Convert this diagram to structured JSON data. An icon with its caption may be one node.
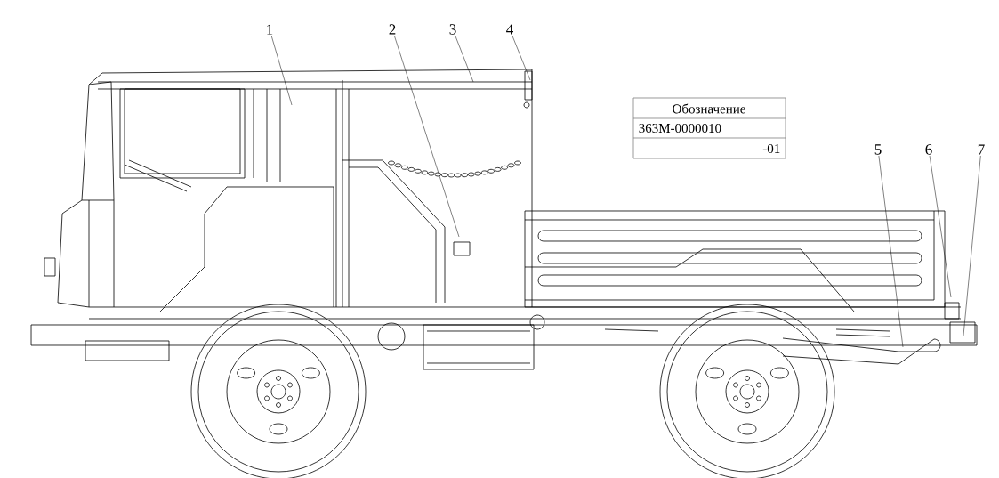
{
  "diagram": {
    "nodes": [
      {
        "text": [
          "1"
        ]
      },
      {
        "text": [
          "2"
        ]
      },
      {
        "text": [
          "3"
        ]
      },
      {
        "text": [
          "4"
        ]
      },
      {
        "text": [
          "5"
        ]
      },
      {
        "text": [
          "6"
        ]
      },
      {
        "text": [
          "7"
        ]
      }
    ],
    "edges": [
      {
        "from": 0,
        "to": null,
        "arrow": "none"
      },
      {
        "from": 1,
        "to": null,
        "arrow": "none"
      },
      {
        "from": 2,
        "to": null,
        "arrow": "none"
      },
      {
        "from": 3,
        "to": null,
        "arrow": "none"
      },
      {
        "from": 4,
        "to": null,
        "arrow": "none"
      },
      {
        "from": 5,
        "to": null,
        "arrow": "none"
      },
      {
        "from": 6,
        "to": null,
        "arrow": "none"
      }
    ],
    "labels": [
      "Обозначение",
      "363М-0000010",
      "-01"
    ]
  }
}
